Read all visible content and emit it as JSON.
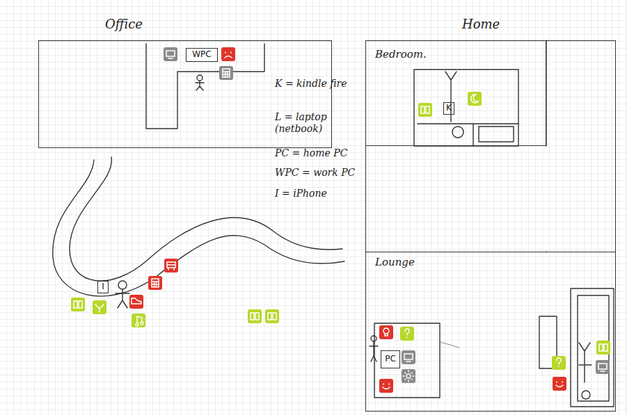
{
  "diagram": {
    "nodes": [
      {
        "text": [
          "Office"
        ]
      },
      {
        "text": [
          "WPC"
        ],
        "in": 0
      },
      {
        "text": [
          "Home"
        ]
      },
      {
        "text": [
          "Bedroom."
        ],
        "in": 2
      },
      {
        "text": [
          "K"
        ],
        "in": 3
      },
      {
        "text": [
          "Lounge"
        ],
        "in": 2
      },
      {
        "text": [
          "PC"
        ],
        "in": 5
      },
      {
        "text": [
          "I"
        ]
      }
    ],
    "labels": [
      "K = kindle fire",
      "L = laptop (netbook)",
      "PC = home PC",
      "WPC = work PC",
      "I = iPhone"
    ]
  }
}
